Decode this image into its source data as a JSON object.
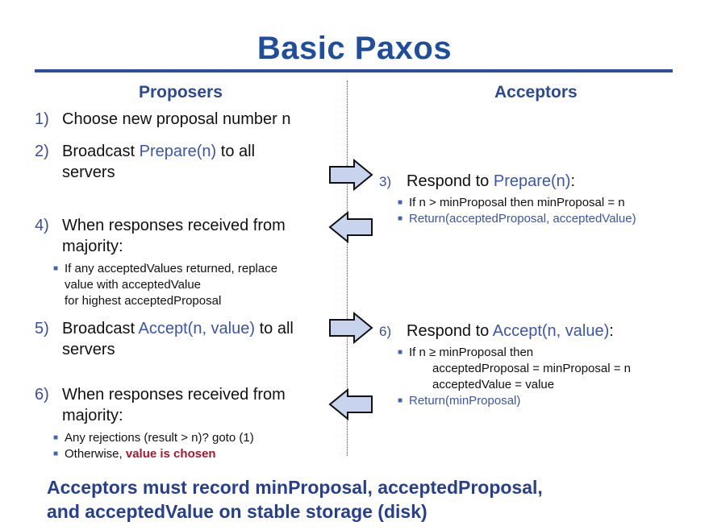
{
  "slide": {
    "title": "Basic Paxos",
    "columns": {
      "left": "Proposers",
      "right": "Acceptors"
    },
    "proposer_steps": [
      {
        "num": "1)",
        "lines": [
          "Choose new proposal number n"
        ]
      },
      {
        "num": "2)",
        "pre": "Broadcast ",
        "hl": "Prepare(n)",
        "post": " to all",
        "line2": "servers"
      },
      {
        "num": "4)",
        "line1": "When responses received from",
        "line2": "majority:",
        "bullets": [
          "If any acceptedValues returned, replace",
          "value with acceptedValue",
          "for highest acceptedProposal"
        ]
      },
      {
        "num": "5)",
        "pre": "Broadcast ",
        "hl": "Accept(n, value)",
        "post": " to all",
        "line2": "servers"
      },
      {
        "num": "6)",
        "line1": "When responses received from",
        "line2": "majority:",
        "bullets": [
          "Any rejections (result > n)?  goto (1)"
        ],
        "bullet2_pre": "Otherwise, ",
        "bullet2_red": "value is chosen"
      }
    ],
    "acceptor_steps": [
      {
        "num": "3)",
        "pre": "Respond to ",
        "hl": "Prepare(n)",
        "post": ":",
        "bullets": [
          "If n > minProposal then minProposal = n"
        ],
        "bullet_hl": "Return(acceptedProposal, acceptedValue)"
      },
      {
        "num": "6)",
        "pre": "Respond to ",
        "hl": "Accept(n, value)",
        "post": ":",
        "bullets": [
          "If n ≥ minProposal then",
          "acceptedProposal = minProposal = n",
          "acceptedValue = value"
        ],
        "bullet_hl": "Return(minProposal)"
      }
    ],
    "footer": {
      "line1": "Acceptors must record minProposal, acceptedProposal,",
      "line2": "and acceptedValue on stable storage (disk)"
    },
    "colors": {
      "title": "#1f4e9c",
      "highlight": "#3b56a8",
      "chosen": "#a8182e",
      "arrow_fill": "#c8d4ee",
      "divider": "#c0283a"
    }
  }
}
